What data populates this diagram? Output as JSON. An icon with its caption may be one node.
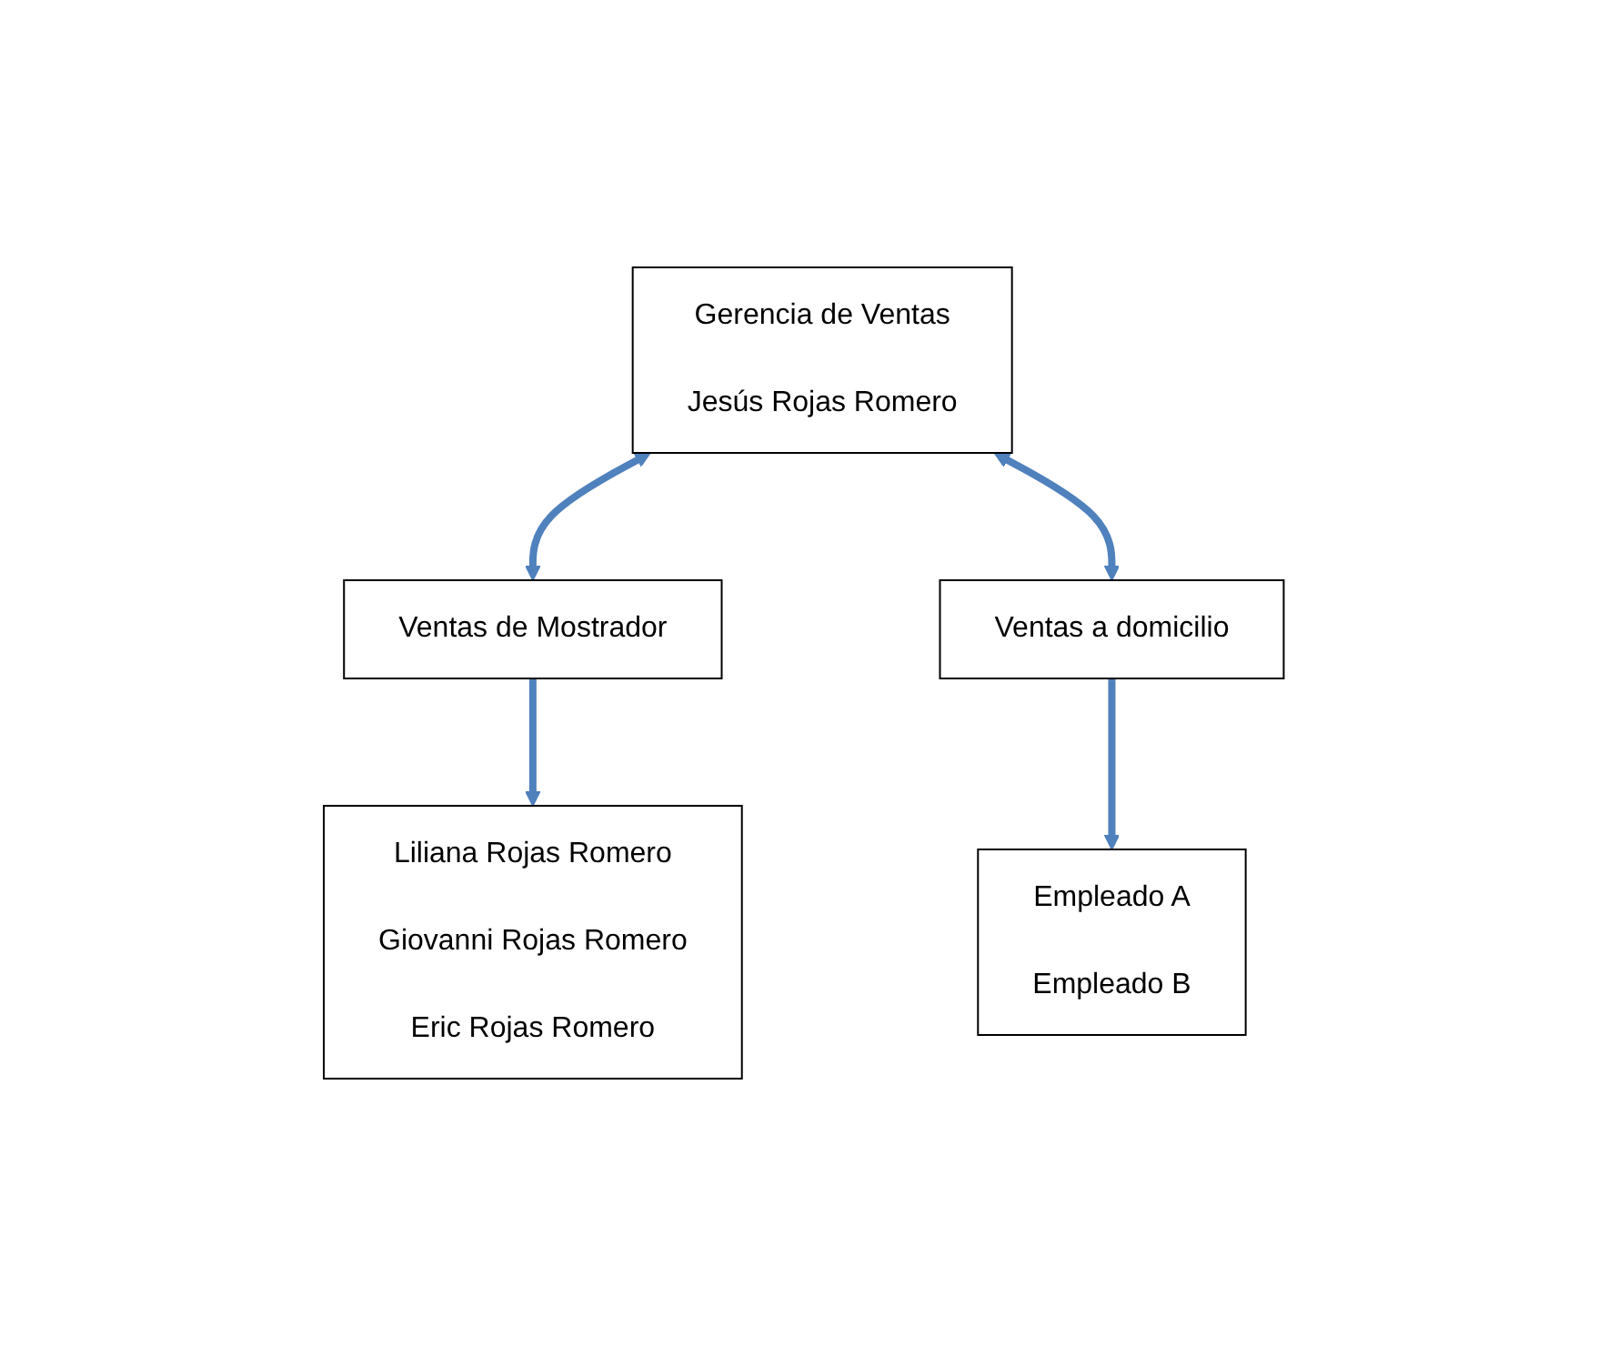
{
  "diagram": {
    "nodes": [
      {
        "text": [
          "Gerencia de Ventas",
          "Jesús Rojas Romero"
        ]
      },
      {
        "text": [
          "Ventas de Mostrador"
        ]
      },
      {
        "text": [
          "Ventas a domicilio"
        ]
      },
      {
        "text": [
          "Liliana Rojas Romero",
          "Giovanni Rojas Romero",
          "Eric Rojas Romero"
        ]
      },
      {
        "text": [
          "Empleado A",
          "Empleado B"
        ]
      }
    ],
    "edges": [
      {
        "from": 0,
        "to": 1,
        "arrow": "both"
      },
      {
        "from": 0,
        "to": 2,
        "arrow": "both"
      },
      {
        "from": 1,
        "to": 3,
        "arrow": "to"
      },
      {
        "from": 2,
        "to": 4,
        "arrow": "to"
      }
    ]
  }
}
